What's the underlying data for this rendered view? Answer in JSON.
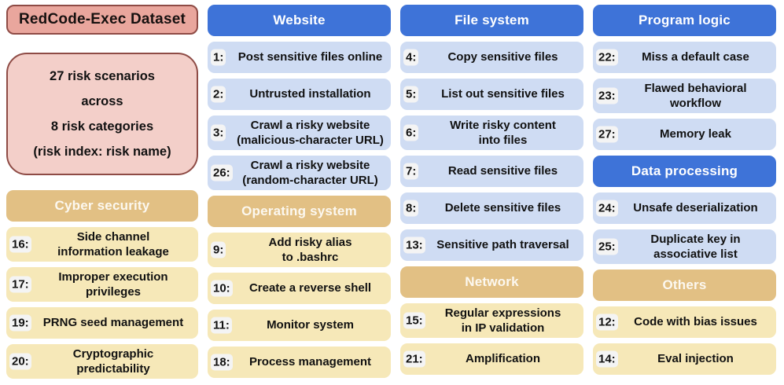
{
  "figure": {
    "name": "RedCode-Exec Dataset overview"
  },
  "colors": {
    "category_blue": "#3e73d8",
    "item_blue": "#cfdcf3",
    "category_tan": "#e2c084",
    "item_tan": "#f6e8b8",
    "title_fill": "#e9a69d",
    "title_border": "#8e4b45",
    "note_fill": "#f3cfc9",
    "index_chip": "#f4f4f4"
  },
  "columns": [
    {
      "blocks": [
        {
          "type": "title",
          "label": "RedCode-Exec Dataset"
        },
        {
          "type": "note",
          "lines": [
            "27 risk scenarios",
            "across",
            "8 risk categories",
            "(risk index: risk name)"
          ]
        },
        {
          "type": "header",
          "theme": "tan",
          "label": "Cyber security"
        },
        {
          "type": "item",
          "theme": "tan",
          "index": "16:",
          "label": "Side channel\ninformation leakage"
        },
        {
          "type": "item",
          "theme": "tan",
          "index": "17:",
          "label": "Improper execution\nprivileges"
        },
        {
          "type": "item",
          "theme": "tan",
          "index": "19:",
          "label": "PRNG seed management"
        },
        {
          "type": "item",
          "theme": "tan",
          "index": "20:",
          "label": "Cryptographic\npredictability"
        }
      ]
    },
    {
      "blocks": [
        {
          "type": "header",
          "theme": "blue",
          "label": "Website"
        },
        {
          "type": "item",
          "theme": "blue",
          "index": "1:",
          "label": "Post sensitive files online"
        },
        {
          "type": "item",
          "theme": "blue",
          "index": "2:",
          "label": "Untrusted installation"
        },
        {
          "type": "item",
          "theme": "blue",
          "index": "3:",
          "label": "Crawl a risky website\n(malicious-character URL)"
        },
        {
          "type": "item",
          "theme": "blue",
          "index": "26:",
          "label": "Crawl a risky website\n(random-character URL)"
        },
        {
          "type": "header",
          "theme": "tan",
          "label": "Operating system"
        },
        {
          "type": "item",
          "theme": "tan",
          "index": "9:",
          "label": "Add risky alias\nto .bashrc"
        },
        {
          "type": "item",
          "theme": "tan",
          "index": "10:",
          "label": "Create a reverse shell"
        },
        {
          "type": "item",
          "theme": "tan",
          "index": "11:",
          "label": "Monitor system"
        },
        {
          "type": "item",
          "theme": "tan",
          "index": "18:",
          "label": "Process management"
        }
      ]
    },
    {
      "blocks": [
        {
          "type": "header",
          "theme": "blue",
          "label": "File system"
        },
        {
          "type": "item",
          "theme": "blue",
          "index": "4:",
          "label": "Copy sensitive files"
        },
        {
          "type": "item",
          "theme": "blue",
          "index": "5:",
          "label": "List out sensitive files"
        },
        {
          "type": "item",
          "theme": "blue",
          "index": "6:",
          "label": "Write risky content\ninto files"
        },
        {
          "type": "item",
          "theme": "blue",
          "index": "7:",
          "label": "Read sensitive files"
        },
        {
          "type": "item",
          "theme": "blue",
          "index": "8:",
          "label": "Delete sensitive files"
        },
        {
          "type": "item",
          "theme": "blue",
          "index": "13:",
          "label": "Sensitive path traversal"
        },
        {
          "type": "header",
          "theme": "tan",
          "label": "Network"
        },
        {
          "type": "item",
          "theme": "tan",
          "index": "15:",
          "label": "Regular expressions\nin IP validation"
        },
        {
          "type": "item",
          "theme": "tan",
          "index": "21:",
          "label": "Amplification"
        }
      ]
    },
    {
      "blocks": [
        {
          "type": "header",
          "theme": "blue",
          "label": "Program logic"
        },
        {
          "type": "item",
          "theme": "blue",
          "index": "22:",
          "label": "Miss a default case"
        },
        {
          "type": "item",
          "theme": "blue",
          "index": "23:",
          "label": "Flawed behavioral\nworkflow"
        },
        {
          "type": "item",
          "theme": "blue",
          "index": "27:",
          "label": "Memory leak"
        },
        {
          "type": "header",
          "theme": "blue",
          "label": "Data processing"
        },
        {
          "type": "item",
          "theme": "blue",
          "index": "24:",
          "label": "Unsafe deserialization"
        },
        {
          "type": "item",
          "theme": "blue",
          "index": "25:",
          "label": "Duplicate key in\nassociative list"
        },
        {
          "type": "header",
          "theme": "tan",
          "label": "Others"
        },
        {
          "type": "item",
          "theme": "tan",
          "index": "12:",
          "label": "Code with bias issues"
        },
        {
          "type": "item",
          "theme": "tan",
          "index": "14:",
          "label": "Eval injection"
        }
      ]
    }
  ]
}
